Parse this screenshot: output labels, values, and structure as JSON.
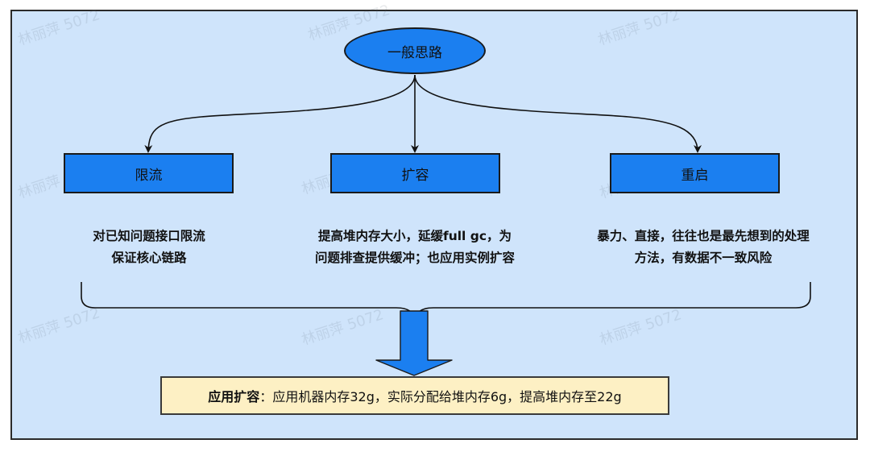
{
  "diagram": {
    "root": {
      "label": "一般思路"
    },
    "strategies": [
      {
        "label": "限流",
        "description": [
          "对已知问题接口限流",
          "保证核心链路"
        ]
      },
      {
        "label": "扩容",
        "description": [
          "提高堆内存大小，延缓full gc，为",
          "问题排查提供缓冲；也应用实例扩容"
        ]
      },
      {
        "label": "重启",
        "description": [
          "暴力、直接，往往也是最先想到的处理",
          "方法，有数据不一致风险"
        ]
      }
    ],
    "result": {
      "label": "应用扩容",
      "separator": "：",
      "text": "应用机器内存32g，实际分配给堆内存6g，提高堆内存至22g"
    },
    "watermark": "林丽萍 5072"
  },
  "colors": {
    "background": "#cfe4fb",
    "node_fill": "#1b7ff0",
    "result_fill": "#fdf0c4",
    "arrow_fill": "#1b7ff0",
    "stroke": "#1a1a1a"
  }
}
